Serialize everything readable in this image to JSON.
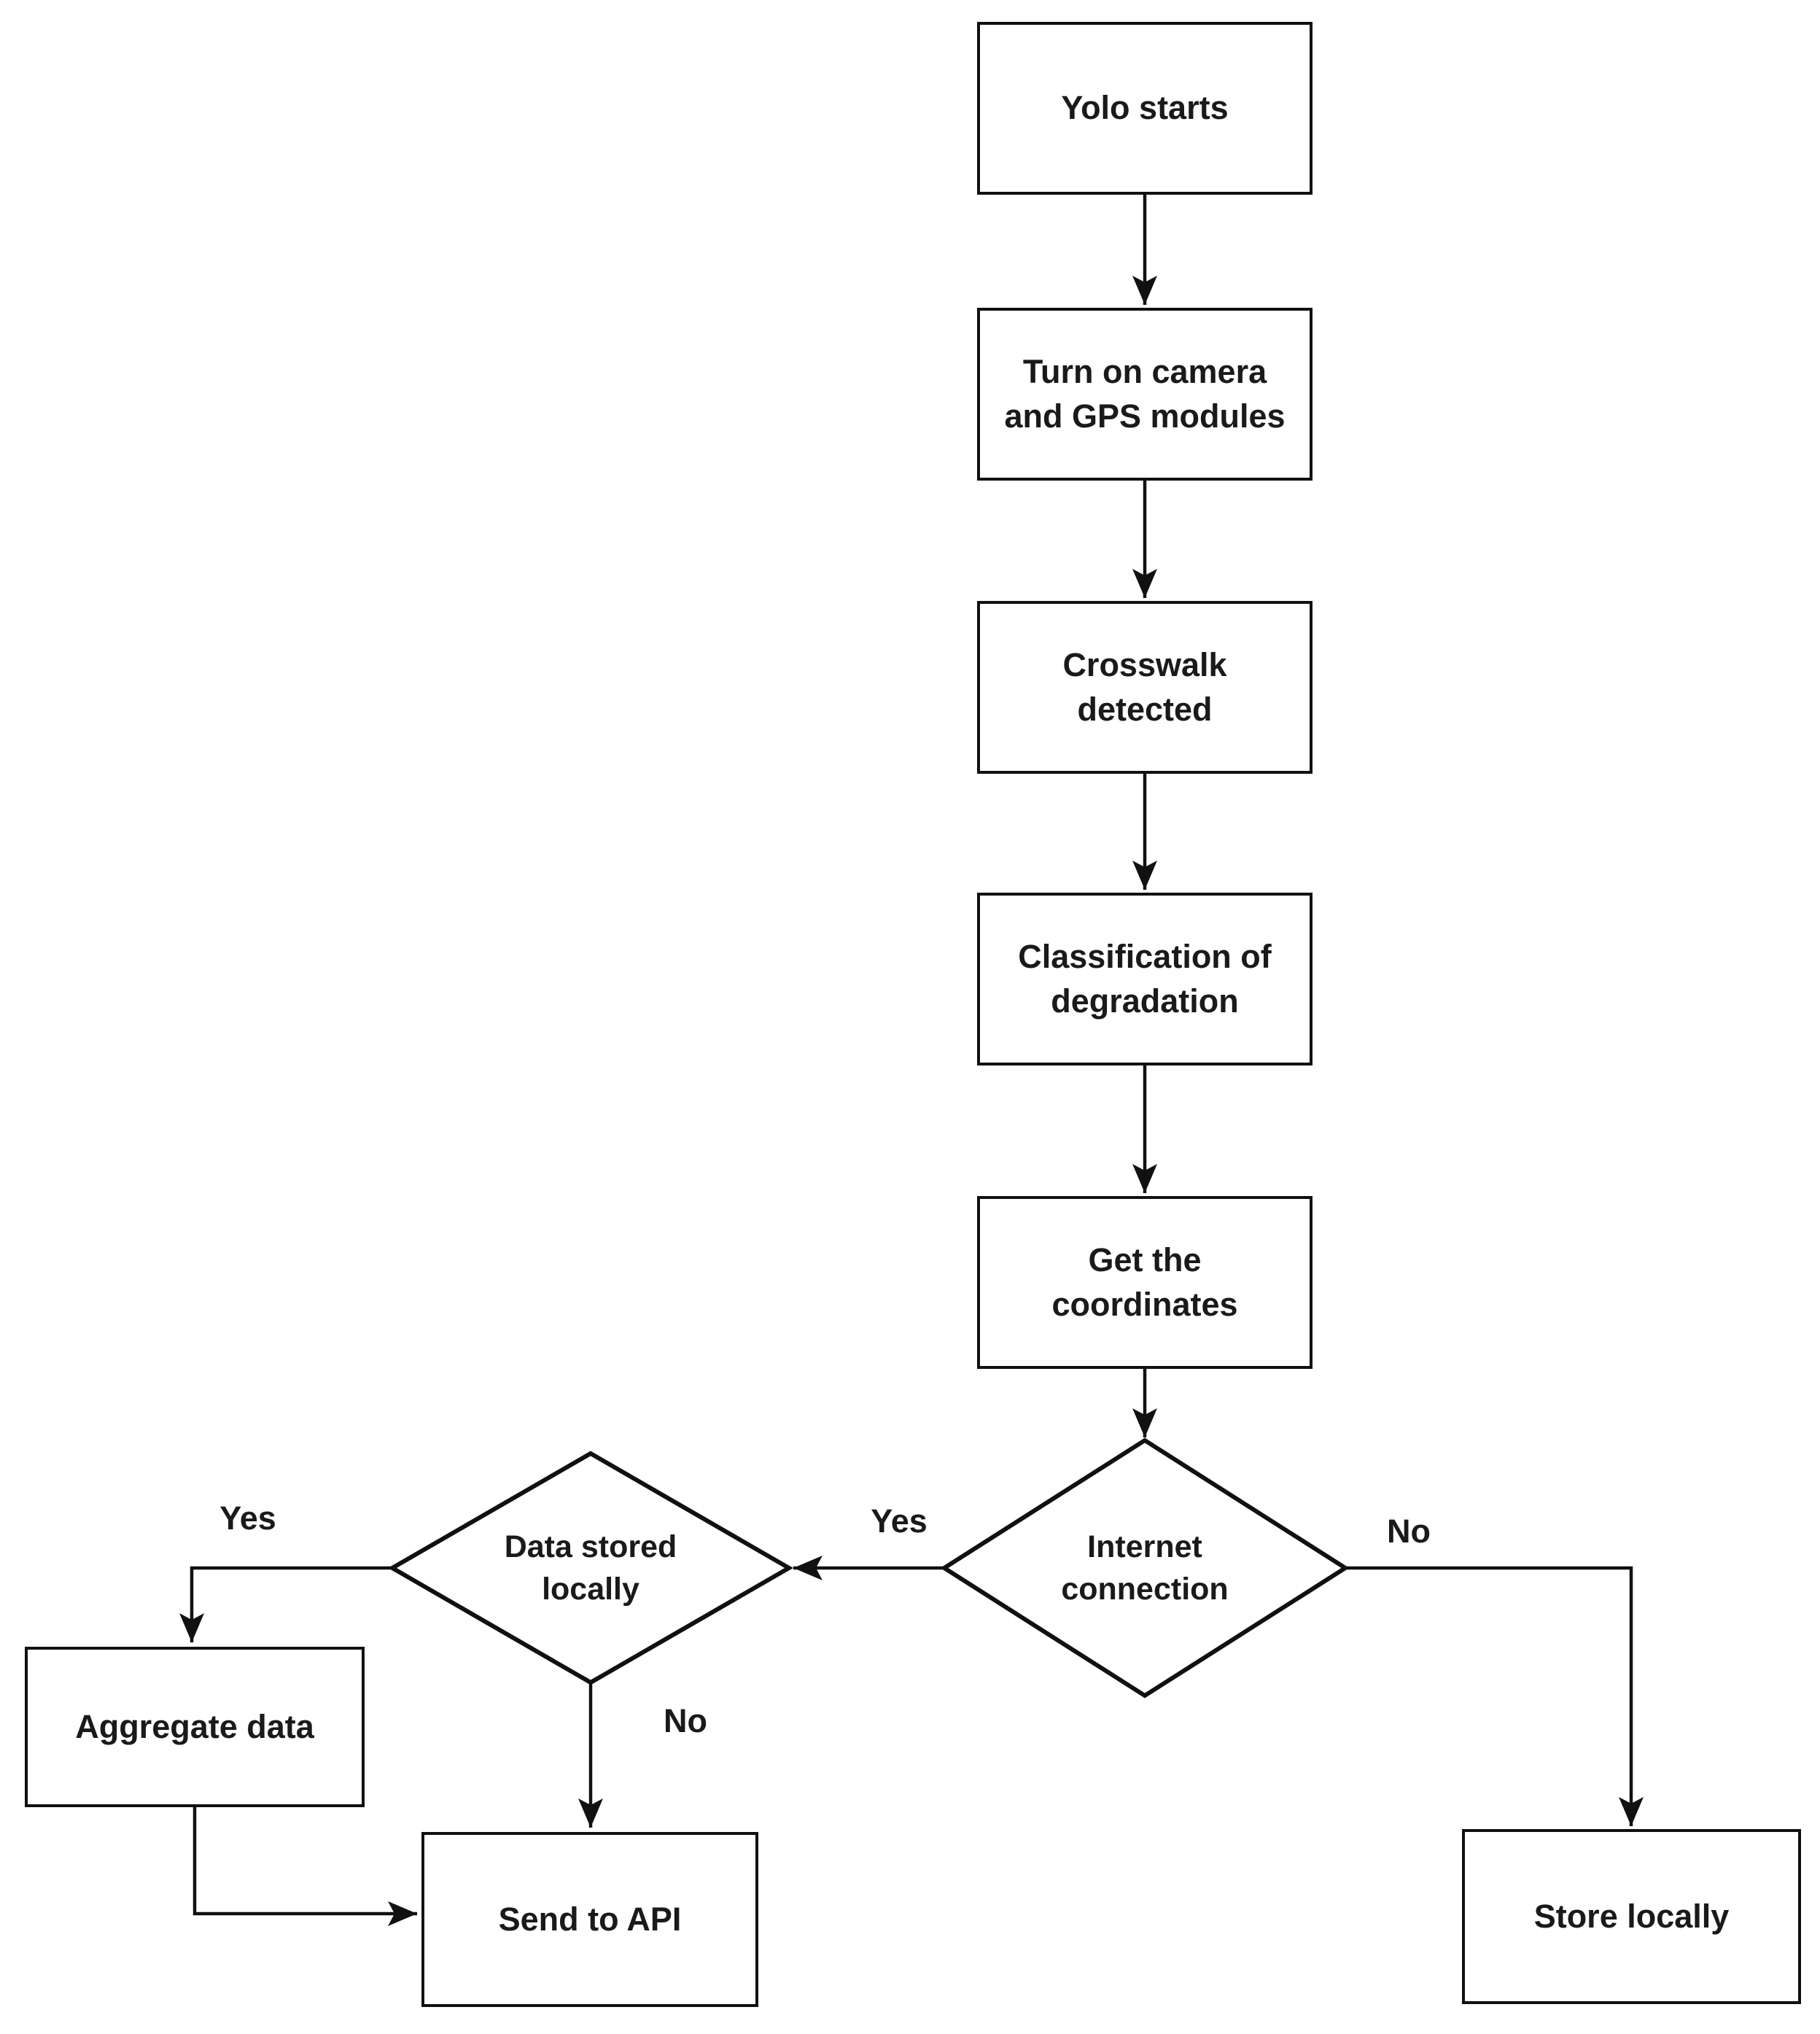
{
  "colors": {
    "background": "#ffffff",
    "node_fill": "#ffffff",
    "stroke": "#111111",
    "text": "#1a1a1a"
  },
  "nodes": {
    "yolo_starts": {
      "label": "Yolo starts",
      "shape": "process"
    },
    "turn_on_camera": {
      "label": "Turn on camera\nand GPS modules",
      "shape": "process"
    },
    "crosswalk_detected": {
      "label": "Crosswalk\ndetected",
      "shape": "process"
    },
    "classification_of_degradation": {
      "label": "Classification of\ndegradation",
      "shape": "process"
    },
    "get_the_coordinates": {
      "label": "Get the\ncoordinates",
      "shape": "process"
    },
    "internet_connection": {
      "label": "Internet\nconnection",
      "shape": "decision"
    },
    "data_stored_locally": {
      "label": "Data stored\nlocally",
      "shape": "decision"
    },
    "aggregate_data": {
      "label": "Aggregate data",
      "shape": "process"
    },
    "send_to_api": {
      "label": "Send to API",
      "shape": "process"
    },
    "store_locally": {
      "label": "Store locally",
      "shape": "process"
    }
  },
  "edge_labels": {
    "internet_yes": "Yes",
    "internet_no": "No",
    "data_stored_yes": "Yes",
    "data_stored_no": "No"
  },
  "edges": [
    {
      "from": "yolo_starts",
      "to": "turn_on_camera",
      "label": ""
    },
    {
      "from": "turn_on_camera",
      "to": "crosswalk_detected",
      "label": ""
    },
    {
      "from": "crosswalk_detected",
      "to": "classification_of_degradation",
      "label": ""
    },
    {
      "from": "classification_of_degradation",
      "to": "get_the_coordinates",
      "label": ""
    },
    {
      "from": "get_the_coordinates",
      "to": "internet_connection",
      "label": ""
    },
    {
      "from": "internet_connection",
      "to": "data_stored_locally",
      "label": "Yes"
    },
    {
      "from": "internet_connection",
      "to": "store_locally",
      "label": "No"
    },
    {
      "from": "data_stored_locally",
      "to": "aggregate_data",
      "label": "Yes"
    },
    {
      "from": "data_stored_locally",
      "to": "send_to_api",
      "label": "No"
    },
    {
      "from": "aggregate_data",
      "to": "send_to_api",
      "label": ""
    }
  ]
}
